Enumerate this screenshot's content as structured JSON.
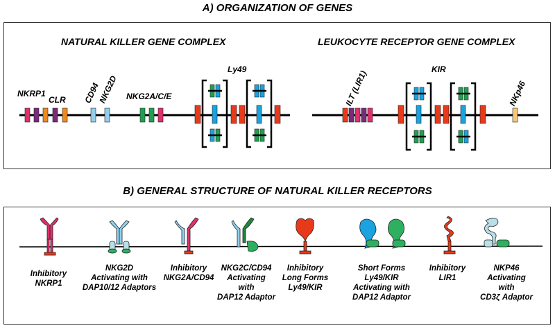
{
  "panel_a": {
    "title": "A) ORGANIZATION OF GENES",
    "nk_complex_title": "NATURAL KILLER GENE COMPLEX",
    "lrc_complex_title": "LEUKOCYTE RECEPTOR GENE COMPLEX",
    "gene_labels": {
      "nkrp1": "NKRP1",
      "clr": "CLR",
      "cd94": "CD94",
      "nkg2d": "NKG2D",
      "nkg2ace": "NKG2A/C/E",
      "ly49": "Ly49",
      "ilt": "ILT (LIR1)",
      "kir": "KIR",
      "nkp46": "NKp46"
    }
  },
  "panel_b": {
    "title": "B) GENERAL STRUCTURE OF NATURAL KILLER RECEPTORS",
    "receptors": [
      {
        "caption": "Inhibitory\nNKRP1"
      },
      {
        "caption": "NKG2D\nActivating with\nDAP10/12 Adaptors"
      },
      {
        "caption": "Inhibitory\nNKG2A/CD94"
      },
      {
        "caption": "NKG2C/CD94\nActivating\nwith\nDAP12 Adaptor"
      },
      {
        "caption": "Inhibitory\nLong Forms\nLy49/KIR"
      },
      {
        "caption": "Short Forms\nLy49/KIR\nActivating with\nDAP12 Adaptor"
      },
      {
        "caption": "Inhibitory\nLIR1"
      },
      {
        "caption": "NKP46\nActivating\nwith\nCD3ζ Adaptor"
      }
    ]
  },
  "colors": {
    "magenta": "#e0306a",
    "purple": "#7a2a7a",
    "orange": "#f08a20",
    "light_blue": "#8fd0ee",
    "green": "#1fa050",
    "red": "#e83a1a",
    "cyan": "#1aa3e0",
    "yellow": "#f8c878",
    "pale_teal": "#b8e0e8"
  }
}
